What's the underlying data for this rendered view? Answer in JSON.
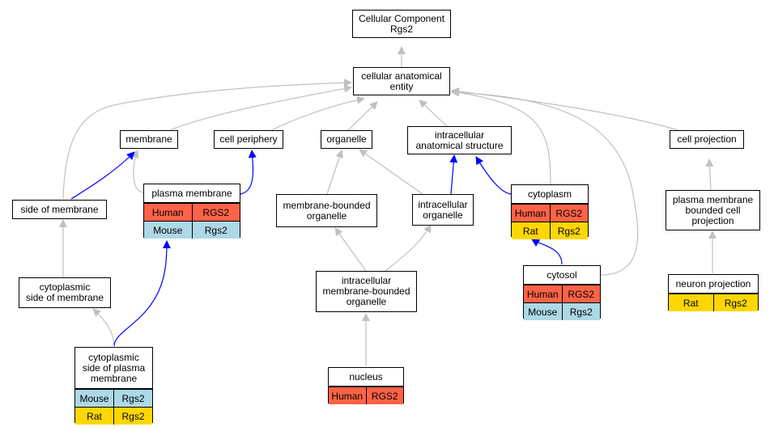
{
  "colors": {
    "human": "#ff6347",
    "mouse": "#add8e6",
    "rat": "#ffd700",
    "gray_edge": "#c0c0c0",
    "blue_edge": "#0000ff"
  },
  "nodes": {
    "cellular_component": {
      "lines": [
        "Cellular Component",
        "Rgs2"
      ]
    },
    "cellular_anatomical_entity": {
      "lines": [
        "cellular anatomical",
        "entity"
      ]
    },
    "membrane": {
      "lines": [
        "membrane"
      ]
    },
    "cell_periphery": {
      "lines": [
        "cell periphery"
      ]
    },
    "organelle": {
      "lines": [
        "organelle"
      ]
    },
    "intracellular_anatomical_structure": {
      "lines": [
        "intracellular",
        "anatomical structure"
      ]
    },
    "cell_projection": {
      "lines": [
        "cell projection"
      ]
    },
    "side_of_membrane": {
      "lines": [
        "side of membrane"
      ]
    },
    "membrane_bounded_organelle": {
      "lines": [
        "membrane-bounded",
        "organelle"
      ]
    },
    "intracellular_organelle": {
      "lines": [
        "intracellular",
        "organelle"
      ]
    },
    "plasma_membrane_bounded_cell_projection": {
      "lines": [
        "plasma membrane",
        "bounded cell",
        "projection"
      ]
    },
    "cytoplasmic_side_of_membrane": {
      "lines": [
        "cytoplasmic",
        "side of membrane"
      ]
    },
    "intracellular_membrane_bounded_organelle": {
      "lines": [
        "intracellular",
        "membrane-bounded",
        "organelle"
      ]
    },
    "plasma_membrane": {
      "title": "plasma membrane",
      "rows": [
        {
          "species": "Human",
          "gene": "RGS2",
          "color": "#ff6347"
        },
        {
          "species": "Mouse",
          "gene": "Rgs2",
          "color": "#add8e6"
        }
      ]
    },
    "cytoplasm": {
      "title": "cytoplasm",
      "rows": [
        {
          "species": "Human",
          "gene": "RGS2",
          "color": "#ff6347"
        },
        {
          "species": "Rat",
          "gene": "Rgs2",
          "color": "#ffd700"
        }
      ]
    },
    "cytosol": {
      "title": "cytosol",
      "rows": [
        {
          "species": "Human",
          "gene": "RGS2",
          "color": "#ff6347"
        },
        {
          "species": "Mouse",
          "gene": "Rgs2",
          "color": "#add8e6"
        }
      ]
    },
    "neuron_projection": {
      "title": "neuron projection",
      "rows": [
        {
          "species": "Rat",
          "gene": "Rgs2",
          "color": "#ffd700"
        }
      ]
    },
    "cytoplasmic_side_of_plasma_membrane": {
      "title_lines": [
        "cytoplasmic",
        "side of plasma",
        "membrane"
      ],
      "rows": [
        {
          "species": "Mouse",
          "gene": "Rgs2",
          "color": "#add8e6"
        },
        {
          "species": "Rat",
          "gene": "Rgs2",
          "color": "#ffd700"
        }
      ]
    },
    "nucleus": {
      "title": "nucleus",
      "rows": [
        {
          "species": "Human",
          "gene": "RGS2",
          "color": "#ff6347"
        }
      ]
    }
  },
  "edges": [
    {
      "from": "cellular_anatomical_entity",
      "to": "cellular_component",
      "kind": "gray"
    },
    {
      "from": "membrane",
      "to": "cellular_anatomical_entity",
      "kind": "gray"
    },
    {
      "from": "cell_periphery",
      "to": "cellular_anatomical_entity",
      "kind": "gray"
    },
    {
      "from": "organelle",
      "to": "cellular_anatomical_entity",
      "kind": "gray"
    },
    {
      "from": "intracellular_anatomical_structure",
      "to": "cellular_anatomical_entity",
      "kind": "gray"
    },
    {
      "from": "cell_projection",
      "to": "cellular_anatomical_entity",
      "kind": "gray"
    },
    {
      "from": "side_of_membrane",
      "to": "cellular_anatomical_entity",
      "kind": "gray"
    },
    {
      "from": "cytoplasm",
      "to": "cellular_anatomical_entity",
      "kind": "gray"
    },
    {
      "from": "cytosol",
      "to": "cellular_anatomical_entity",
      "kind": "gray"
    },
    {
      "from": "plasma_membrane",
      "to": "membrane",
      "kind": "gray"
    },
    {
      "from": "side_of_membrane",
      "to": "membrane",
      "kind": "blue"
    },
    {
      "from": "plasma_membrane",
      "to": "cell_periphery",
      "kind": "blue"
    },
    {
      "from": "membrane_bounded_organelle",
      "to": "organelle",
      "kind": "gray"
    },
    {
      "from": "intracellular_organelle",
      "to": "organelle",
      "kind": "gray"
    },
    {
      "from": "intracellular_organelle",
      "to": "intracellular_anatomical_structure",
      "kind": "blue"
    },
    {
      "from": "cytoplasm",
      "to": "intracellular_anatomical_structure",
      "kind": "blue"
    },
    {
      "from": "cytosol",
      "to": "cytoplasm",
      "kind": "blue"
    },
    {
      "from": "plasma_membrane_bounded_cell_projection",
      "to": "cell_projection",
      "kind": "gray"
    },
    {
      "from": "neuron_projection",
      "to": "plasma_membrane_bounded_cell_projection",
      "kind": "gray"
    },
    {
      "from": "cytoplasmic_side_of_membrane",
      "to": "side_of_membrane",
      "kind": "gray"
    },
    {
      "from": "cytoplasmic_side_of_plasma_membrane",
      "to": "cytoplasmic_side_of_membrane",
      "kind": "gray"
    },
    {
      "from": "cytoplasmic_side_of_plasma_membrane",
      "to": "plasma_membrane",
      "kind": "blue"
    },
    {
      "from": "intracellular_membrane_bounded_organelle",
      "to": "membrane_bounded_organelle",
      "kind": "gray"
    },
    {
      "from": "intracellular_membrane_bounded_organelle",
      "to": "intracellular_organelle",
      "kind": "gray"
    },
    {
      "from": "nucleus",
      "to": "intracellular_membrane_bounded_organelle",
      "kind": "gray"
    }
  ]
}
